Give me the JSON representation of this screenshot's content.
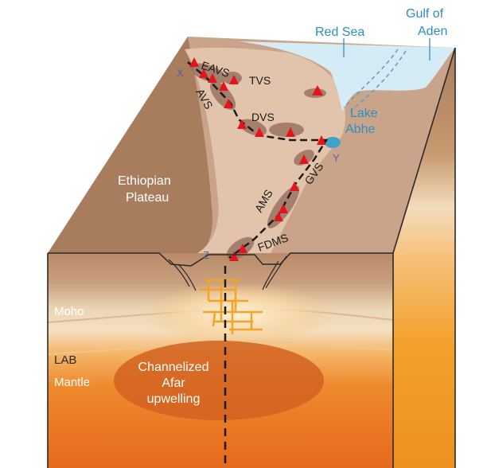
{
  "labels": {
    "red_sea": "Red Sea",
    "gulf_line1": "Gulf of",
    "gulf_line2": "Aden",
    "eavs": "EAVS",
    "avs": "AVS",
    "tvs": "TVS",
    "dvs": "DVS",
    "lake_line1": "Lake",
    "lake_line2": "Abhe",
    "gvs": "GVS",
    "ams": "AMS",
    "fdms": "FDMS",
    "plateau_line1": "Ethiopian",
    "plateau_line2": "Plateau",
    "x": "X",
    "y": "Y",
    "z": "Z",
    "moho": "Moho",
    "lab": "LAB",
    "mantle": "Mantle",
    "upwelling_line1": "Channelized",
    "upwelling_line2": "Afar",
    "upwelling_line3": "upwelling"
  },
  "colors": {
    "crust_top": "#c9a48a",
    "rift_floor": "#e2c4ad",
    "plateau": "#a87d5e",
    "sea": "#d5ebf5",
    "volcano": "#e4141b",
    "segment": "#9a7462",
    "label_blue": "#2e8fc1",
    "lake": "#3fa3c9",
    "mantle_dark": "#e0661c",
    "upwelling": "#cc5a1a",
    "magma": "#f0a528",
    "side_orange": "#f3a12c"
  }
}
